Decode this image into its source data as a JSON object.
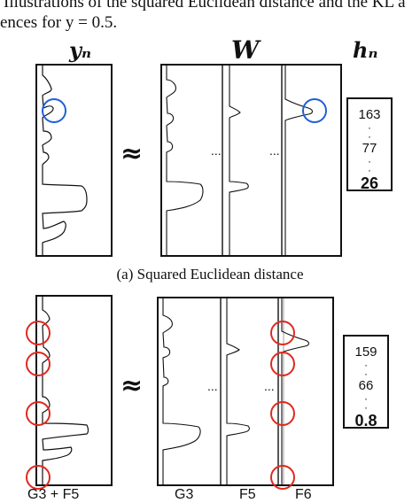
{
  "figure_caption": {
    "line1": "Illustrations of the squared Euclidean distance and the KL a",
    "line2": "ences for y = 0.5."
  },
  "labels": {
    "y_n": "yₙ",
    "W": "W",
    "h_n": "hₙ"
  },
  "approx_symbol": "≈",
  "ellipsis": "...",
  "panel_a": {
    "activations": {
      "first": "163",
      "middle": "77",
      "last": "26"
    },
    "caption": "(a)  Squared Euclidean distance"
  },
  "panel_b": {
    "activations": {
      "first": "159",
      "middle": "66",
      "last": "0.8"
    },
    "x_labels": {
      "observation": "G3 + F5",
      "col1": "G3",
      "col2": "F5",
      "col3": "F6"
    }
  },
  "colors": {
    "highlight_blue": "#1f5fd6",
    "highlight_red": "#e0281e",
    "ink": "#111111"
  }
}
